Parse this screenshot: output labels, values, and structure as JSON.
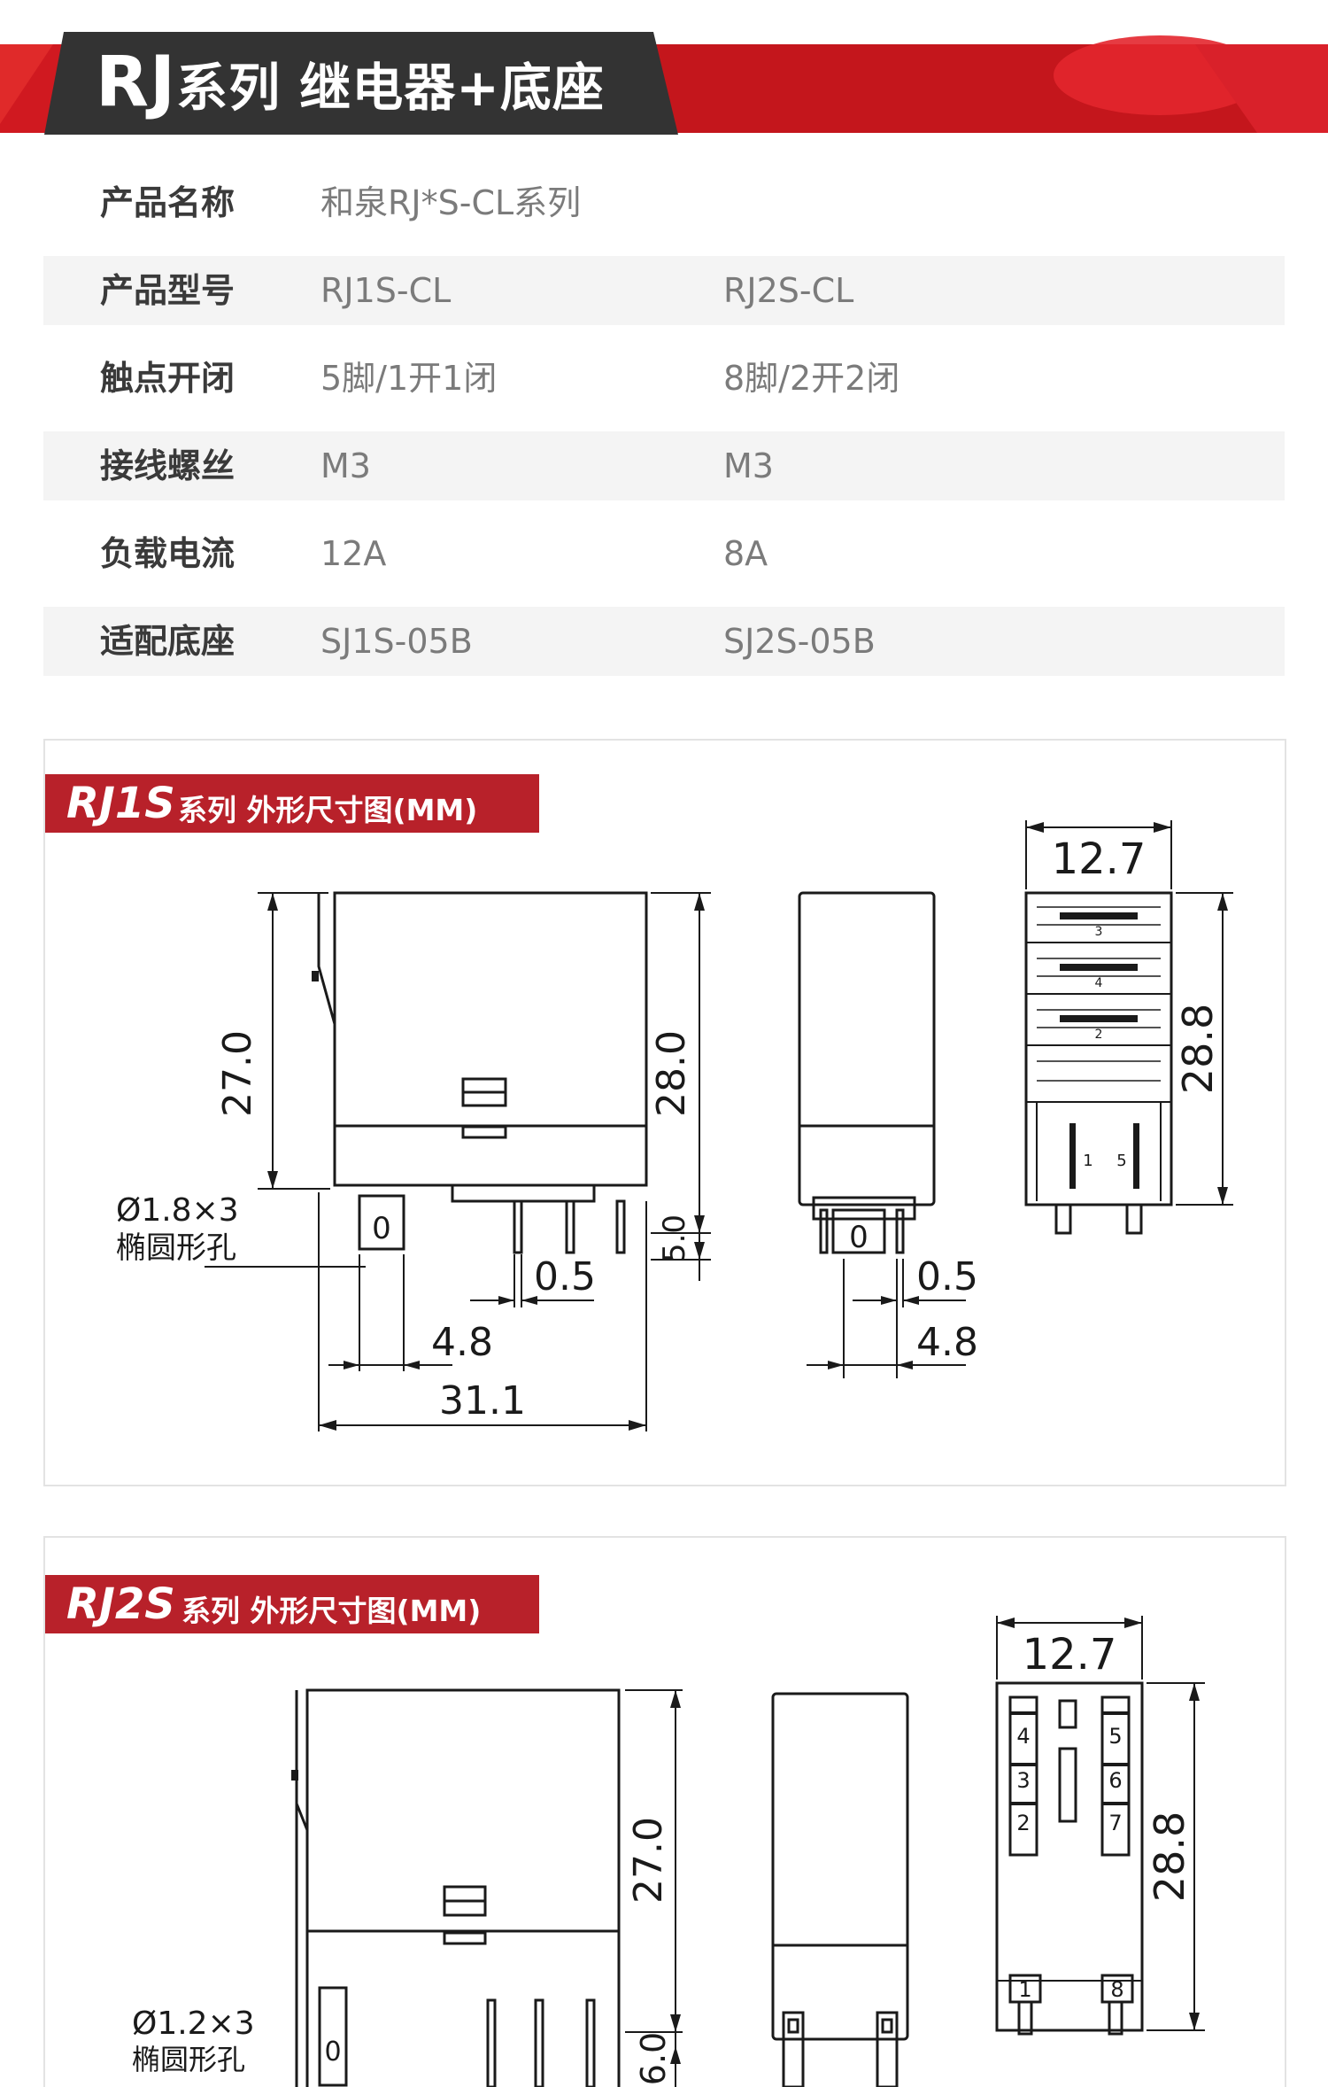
{
  "header": {
    "title_model": "RJ",
    "title_rest": "系列 继电器+底座"
  },
  "spec_table": {
    "rows": [
      {
        "label": "产品名称",
        "value1": "和泉RJ*S-CL系列",
        "value2": ""
      },
      {
        "label": "产品型号",
        "value1": "RJ1S-CL",
        "value2": "RJ2S-CL"
      },
      {
        "label": "触点开闭",
        "value1": "5脚/1开1闭",
        "value2": "8脚/2开2闭"
      },
      {
        "label": "接线螺丝",
        "value1": "M3",
        "value2": "M3"
      },
      {
        "label": "负载电流",
        "value1": "12A",
        "value2": "8A"
      },
      {
        "label": "适配底座",
        "value1": "SJ1S-05B",
        "value2": "SJ2S-05B"
      }
    ]
  },
  "panel1": {
    "model": "RJ1S",
    "subtitle": "系列 外形尺寸图(MM)",
    "dims": {
      "height_left": "27.0",
      "height_right": "28.0",
      "pin_length": "5.0",
      "hole_label_1": "Ø1.8×3",
      "hole_label_2": "椭圆形孔",
      "pin_thickness": "0.5",
      "pin_width": "4.8",
      "total_width": "31.1",
      "side_thickness": "0.5",
      "side_pin_width": "4.8",
      "bottom_width": "12.7",
      "bottom_height": "28.8",
      "term_3": "3",
      "term_4": "4",
      "term_2": "2",
      "term_1": "1",
      "term_5": "5"
    }
  },
  "panel2": {
    "model": "RJ2S",
    "subtitle": "系列 外形尺寸图(MM)",
    "dims": {
      "height": "27.0",
      "pin_length": "6.0",
      "hole_label_1": "Ø1.2×3",
      "hole_label_2": "椭圆形孔",
      "bottom_width": "12.7",
      "bottom_height": "28.8",
      "term_4": "4",
      "term_3": "3",
      "term_2": "2",
      "term_5": "5",
      "term_6": "6",
      "term_7": "7",
      "term_1": "1",
      "term_8": "8"
    }
  }
}
